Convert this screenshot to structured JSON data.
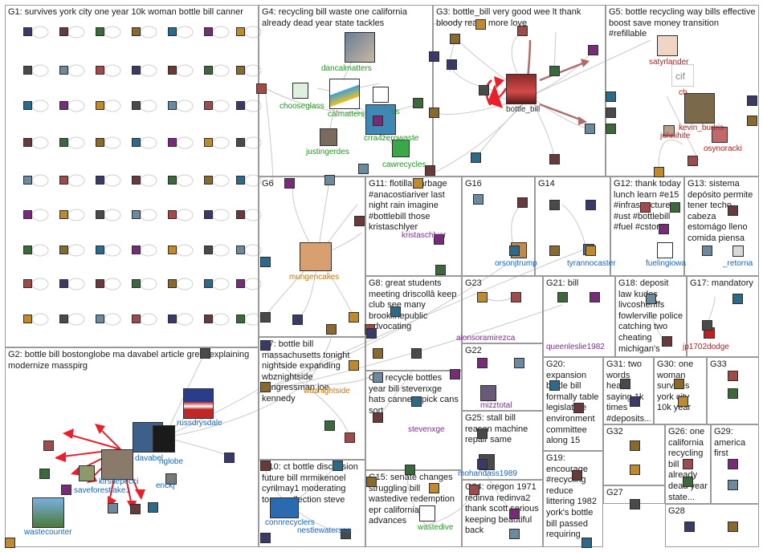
{
  "panels": [
    {
      "id": "g1",
      "title": "G1: survives york city one year 10k woman bottle bill canner"
    },
    {
      "id": "g4",
      "title": "G4: recycling bill waste one california already dead year state tackles"
    },
    {
      "id": "g3",
      "title": "G3: bottle_bill very good wee lt thank bloody really more love"
    },
    {
      "id": "g5",
      "title": "G5: bottle recycling way bills effective boost save money transition #refillable"
    },
    {
      "id": "g6",
      "title": "G6"
    },
    {
      "id": "g11",
      "title": "G11: flotilla garbage #anacostiariver last night rain imagine #bottlebill those kristaschlyer"
    },
    {
      "id": "g16",
      "title": "G16"
    },
    {
      "id": "g14",
      "title": "G14"
    },
    {
      "id": "g12",
      "title": "G12: thank today lunch learn #e15 #infrastructure #ust #bottlebill #fuel #cstore"
    },
    {
      "id": "g13",
      "title": "G13: sistema depósito permite tener techo cabeza estomágo lleno comida piensa"
    },
    {
      "id": "g8",
      "title": "G8: great students meeting driscollâ keep club see many brooklinepublic advocating"
    },
    {
      "id": "g23",
      "title": "G23"
    },
    {
      "id": "g21",
      "title": "G21: bill"
    },
    {
      "id": "g18",
      "title": "G18: deposit law kudos livcosheriffs fowlerville police catching two cheating michigan's"
    },
    {
      "id": "g17",
      "title": "G17: mandatory"
    },
    {
      "id": "g7",
      "title": "G7: bottle bill massachusetts tonight nightside expanding wbznightside congressman joe kennedy"
    },
    {
      "id": "g2",
      "title": "G2: bottle bill bostonglobe ma davabel article great explaining modernize masspirg"
    },
    {
      "id": "g22",
      "title": "G22"
    },
    {
      "id": "g20",
      "title": "G20: expansion bottle bill formally table legislature environment committee along 15"
    },
    {
      "id": "g31",
      "title": "G31: two words heard saying 1k times #deposits..."
    },
    {
      "id": "g30",
      "title": "G30: one woman survives york city 10k year"
    },
    {
      "id": "g33",
      "title": "G33"
    },
    {
      "id": "g9",
      "title": "G9: recycle bottles year bill stevenxge hats canners pick cans sort"
    },
    {
      "id": "g25",
      "title": "G25: stall bill reason machine repair same"
    },
    {
      "id": "g32",
      "title": "G32"
    },
    {
      "id": "g26",
      "title": "G26: one california recycling bill already dead year state..."
    },
    {
      "id": "g29",
      "title": "G29: america first"
    },
    {
      "id": "g10",
      "title": "G10: ct bottle discussion future bill mrmikenoel cyrilmay1 moderating tomracollection steve"
    },
    {
      "id": "g15",
      "title": "G15: senate changes struggling bill wastedive redemption epr california advances"
    },
    {
      "id": "g24",
      "title": "G24: oregon 1971 redinva redinva2 thank scott serious keeping beautiful back"
    },
    {
      "id": "g19",
      "title": "G19: encourage #recycling reduce littering 1982 york's bottle bill passed requiring"
    },
    {
      "id": "g27",
      "title": "G27"
    },
    {
      "id": "g28",
      "title": "G28"
    }
  ],
  "labels": {
    "dancalmatters": "dancalmatters",
    "chooseglass": "chooseglass",
    "calmatters": "calmatters",
    "us": "us",
    "crra4zerowaste": "crra4zerowaste",
    "justingerdes": "justingerdes",
    "cawrecycles": "cawrecycles",
    "bottle_bill": "bottle_bill",
    "satyrlander": "satyrlander",
    "kevin_budris": "kevin_budris",
    "johnihite": "johnihite",
    "osynoracki": "osynoracki",
    "mungencakes": "mungencakes",
    "kristaschlyer": "kristaschlyer",
    "orsonjtrump": "orsonjtrump",
    "tyrannocaster": "tyrannocaster",
    "fuelingiowa": "fuelingiowa",
    "retorna": "_retorna",
    "alonsoramirezca": "alonsoramirezca",
    "queenleslie1982": "queenleslie1982",
    "jp1702dodge": "jp1702dodge",
    "wbznightside": "wbznightside",
    "russdrysdale": "russdrysdale",
    "davabel": "davabel",
    "bostonglobe": "nglobe",
    "kirstiepecci": "kirstiepecci",
    "saveforestlake1": "saveforestlake1",
    "enckj": "enckj",
    "wastecounter": "wastecounter",
    "mizztotal": "mizztotal",
    "stevenxge": "stevenxge",
    "mohandass1989": "mohandass1989",
    "connrecyclers": "connrecyclers",
    "nestlewatersna": "nestlewatersna",
    "wastedive": "wastedive",
    "cif": "cif",
    "ch": "ch"
  },
  "colors": {
    "panel_border": "#9a9a9a",
    "edge": "#c9c9c9",
    "edge_red": "#e8202a",
    "edge_brown": "#b26b6b",
    "node_green": "#1f9a1f",
    "node_blue": "#1565c0",
    "node_red": "#b02020"
  }
}
